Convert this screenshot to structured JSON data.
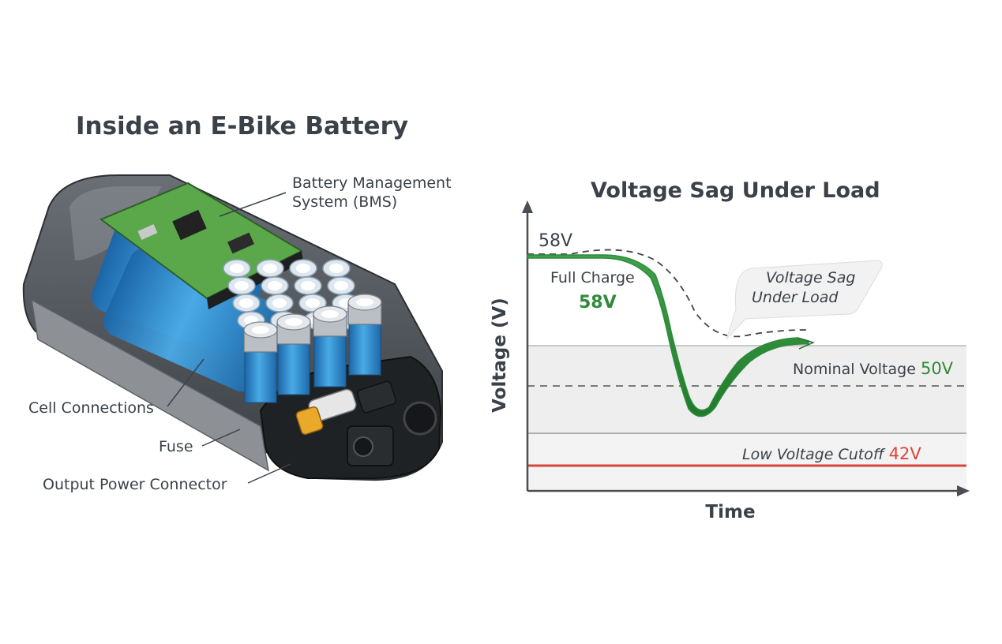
{
  "battery_panel": {
    "title": "Inside an E-Bike Battery",
    "bms_label_line1": "Battery Management",
    "bms_label_line2": "System (BMS)",
    "cell_connections_label": "Cell Connections",
    "fuse_label": "Fuse",
    "output_connector_label": "Output Power Connector"
  },
  "voltage_panel": {
    "title": "Voltage Sag Under Load",
    "y_axis_label": "Voltage (V)",
    "x_axis_label": "Time",
    "start_value_label": "58V",
    "full_charge_label": "Full Charge",
    "full_charge_value": "58V",
    "sag_callout_line1": "Voltage Sag",
    "sag_callout_line2": "Under Load",
    "nominal_label": "Nominal Voltage",
    "nominal_value": "50V",
    "cutoff_label": "Low Voltage Cutoff",
    "cutoff_value": "42V"
  },
  "colors": {
    "curve_green": "#2e8b3a",
    "value_green": "#2f8a3a",
    "cutoff_red": "#d9453c",
    "cell_blue": "#2f8fd0",
    "pcb_green": "#5aa84a",
    "casing_gray": "#4a4e53"
  }
}
